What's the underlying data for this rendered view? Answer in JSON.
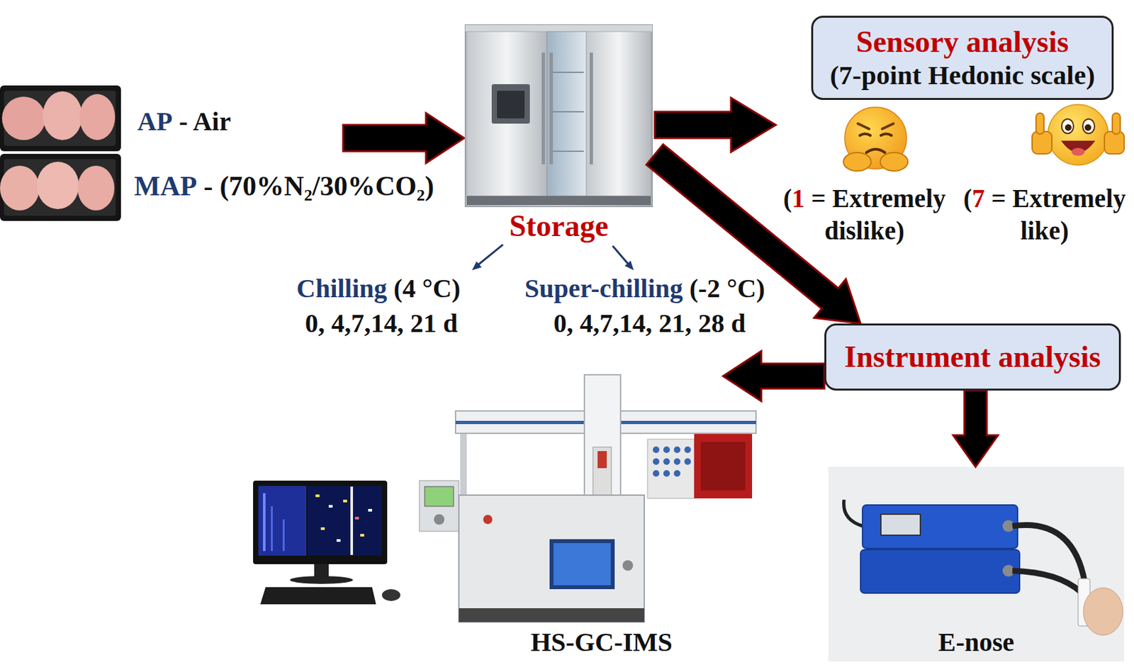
{
  "diagram": {
    "nodes": [
      {
        "text": [
          "Storage"
        ]
      },
      {
        "text": [
          "Sensory analysis",
          "(7-point Hedonic scale)"
        ]
      },
      {
        "text": [
          "Instrument analysis"
        ]
      },
      {
        "text": [
          "HS-GC-IMS"
        ]
      },
      {
        "text": [
          "E-nose"
        ]
      }
    ],
    "edges": [
      {
        "from": 0,
        "to": 1,
        "arrow": "to"
      },
      {
        "from": 0,
        "to": 2,
        "arrow": "to"
      },
      {
        "from": 2,
        "to": 3,
        "arrow": "to"
      },
      {
        "from": 2,
        "to": 4,
        "arrow": "to"
      }
    ],
    "labels": [
      "AP",
      "- Air",
      "MAP",
      "- (70%N₂/30%CO₂)",
      "Chilling",
      "(4 °C)",
      "0, 4,7,14, 21 d",
      "Super-chilling",
      "(-2 °C)",
      "0, 4,7,14, 21, 28 d",
      "(",
      "1",
      "= Extremely dislike)",
      "(",
      "7",
      "= Extremely like)"
    ]
  }
}
